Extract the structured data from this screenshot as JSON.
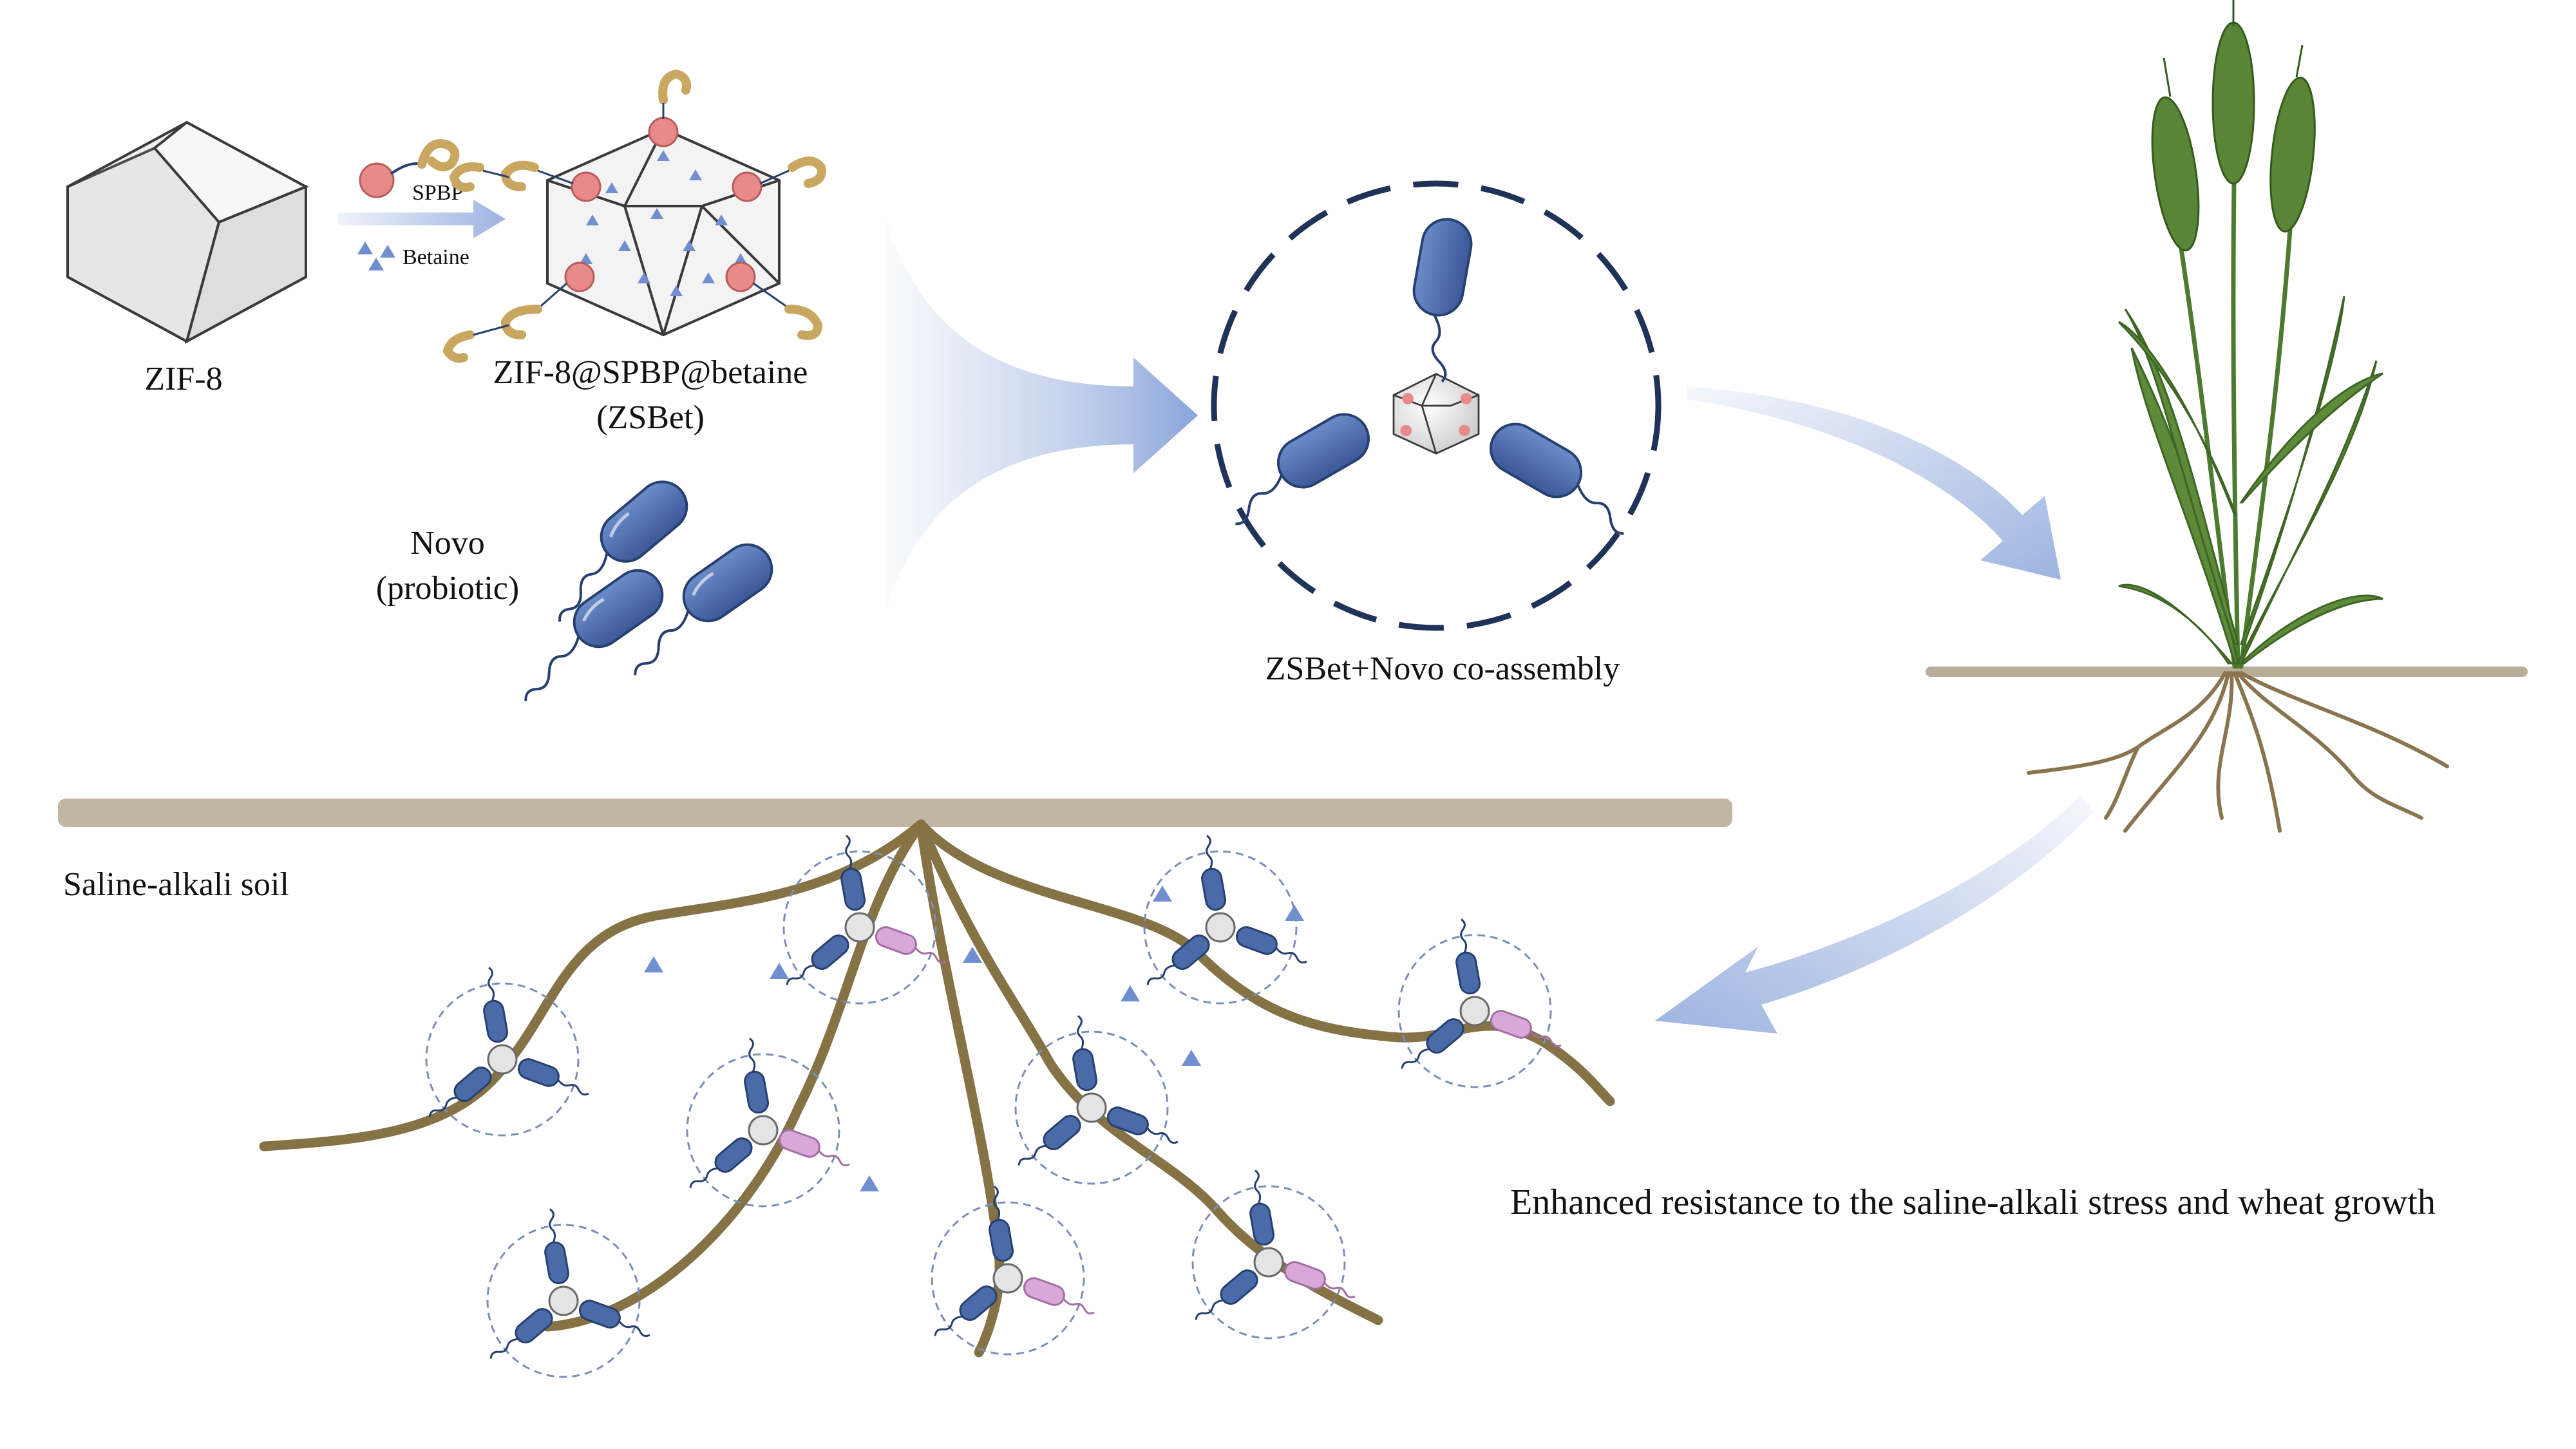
{
  "labels": {
    "zif8": "ZIF-8",
    "spbp": "SPBP",
    "betaine": "Betaine",
    "zsbet_line1": "ZIF-8@SPBP@betaine",
    "zsbet_line2": "(ZSBet)",
    "novo_line1": "Novo",
    "novo_line2": "(probiotic)",
    "coassembly": "ZSBet+Novo co-assembly",
    "soil": "Saline-alkali soil",
    "outcome": "Enhanced resistance to the saline-alkali stress and wheat growth"
  },
  "colors": {
    "bacteria": "#4a6aa8",
    "bacteria_outline": "#27406f",
    "dashed_circle_main": "#1f3358",
    "dashed_circle_small": "#7a8fb8",
    "arrow": "#9db3e0",
    "root": "#857245",
    "soil_band": "#b9ae98",
    "wheat": "#4c7a30",
    "wheat_root": "#8a7450",
    "protein": "#e88a8a",
    "ligand": "#e8c77a",
    "betaine": "#6f8fd0",
    "pink_bacteria": "#d9a8d9"
  }
}
